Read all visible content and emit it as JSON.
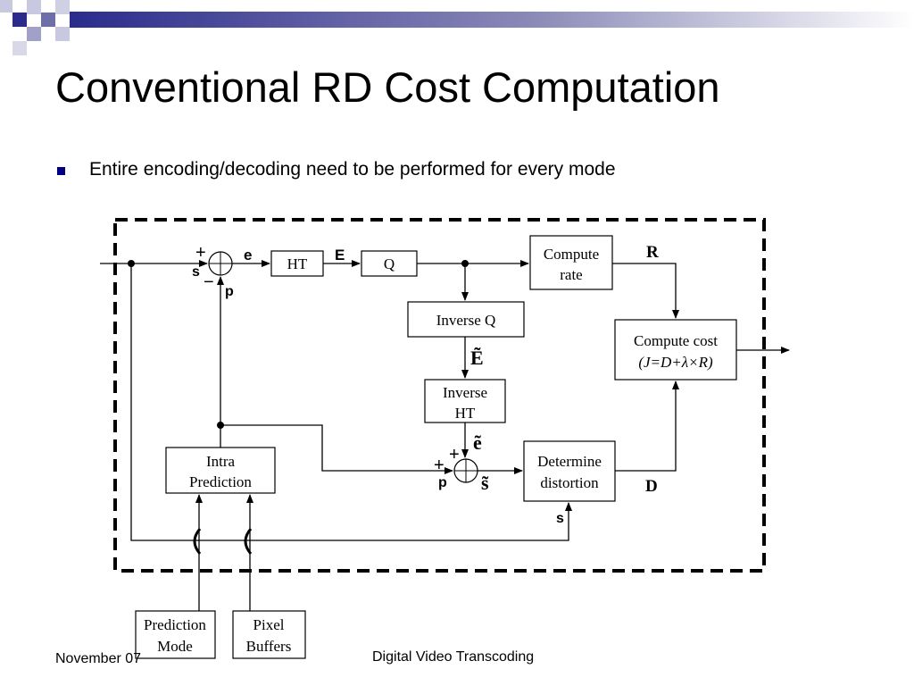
{
  "slide": {
    "title": "Conventional RD Cost Computation",
    "bullet": "Entire encoding/decoding need to be performed for every mode",
    "footer_left": "November 07",
    "footer_center": "Digital Video Transcoding",
    "accent_color": "#2B2B8C"
  },
  "diagram": {
    "blocks": {
      "ht": "HT",
      "q": "Q",
      "compute_rate": [
        "Compute",
        "rate"
      ],
      "inverse_q": "Inverse Q",
      "compute_cost": [
        "Compute cost",
        "(J=D+λ×R)"
      ],
      "inverse_ht": [
        "Inverse",
        "HT"
      ],
      "intra_prediction": [
        "Intra",
        "Prediction"
      ],
      "determine_distortion": [
        "Determine",
        "distortion"
      ],
      "prediction_mode": [
        "Prediction",
        "Mode"
      ],
      "pixel_buffers": [
        "Pixel",
        "Buffers"
      ]
    },
    "signals": {
      "plus": "+",
      "minus": "−",
      "s": "s",
      "e": "e",
      "E": "E",
      "p": "p",
      "R": "R",
      "D": "D",
      "E_tilde": "Ẽ",
      "e_tilde": "ẽ",
      "s_tilde": "s̃"
    }
  }
}
